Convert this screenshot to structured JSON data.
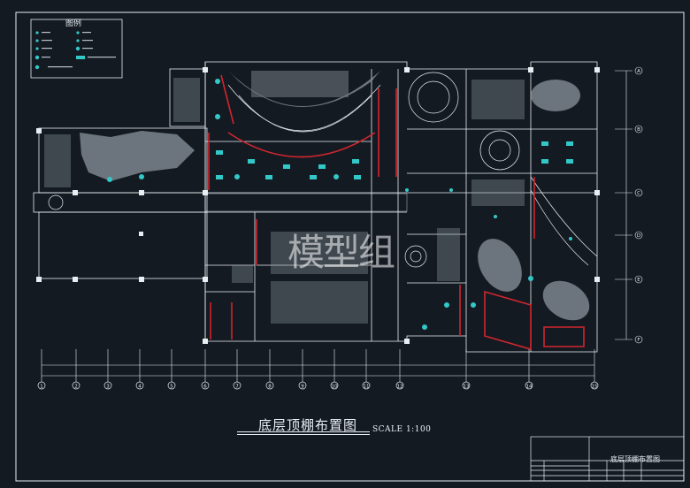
{
  "drawing": {
    "title": "底层顶棚布置图",
    "scale": "SCALE  1:100",
    "watermark": "模型组"
  },
  "legend": {
    "title": "图例"
  },
  "title_block": {
    "name": "底层顶棚布置图"
  },
  "axes": {
    "bottom": [
      "1",
      "2",
      "3",
      "4",
      "5",
      "6",
      "7",
      "8",
      "9",
      "10",
      "11",
      "12",
      "13",
      "14",
      "15"
    ],
    "right": [
      "A",
      "B",
      "C",
      "D",
      "E",
      "F"
    ]
  },
  "colors": {
    "background": "#141a22",
    "lines": "#e8eef2",
    "red": "#d0262e",
    "cyan": "#32c8c8"
  }
}
